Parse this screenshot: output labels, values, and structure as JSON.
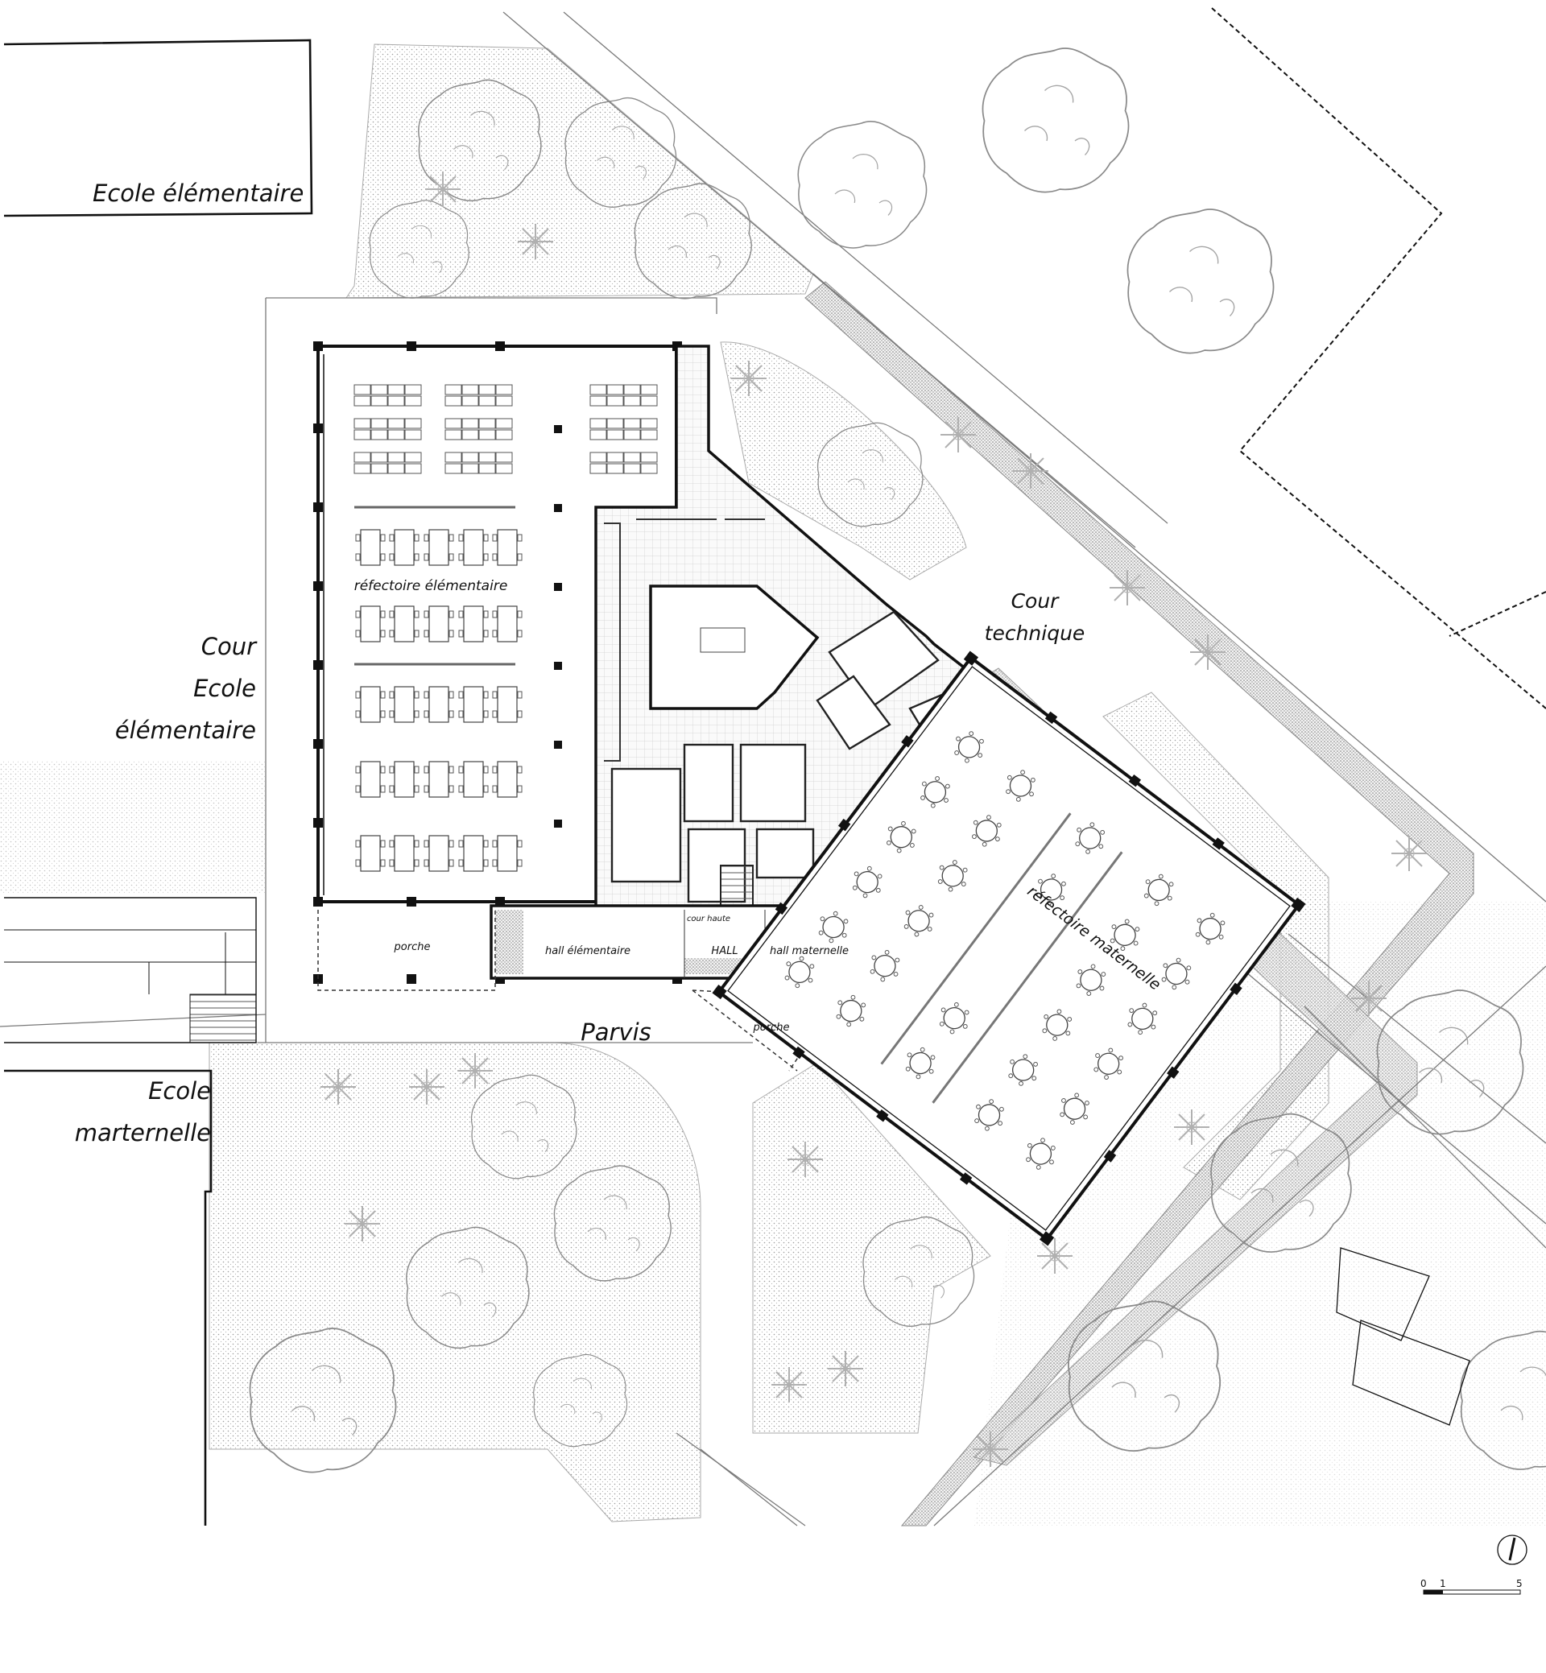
{
  "labels": {
    "ecole_elementaire": "Ecole élémentaire",
    "cour": "Cour",
    "cour_ecole": "Ecole",
    "cour_elementaire": "élémentaire",
    "ecole_maternelle_1": "Ecole",
    "ecole_maternelle_2": "marternelle",
    "cour_technique_1": "Cour",
    "cour_technique_2": "technique",
    "refectoire_elementaire": "réfectoire élémentaire",
    "refectoire_maternelle": "réfectoire maternelle",
    "porche_left": "porche",
    "porche_right": "porche",
    "hall_elementaire": "hall élémentaire",
    "hall": "HALL",
    "hall_maternelle": "hall maternelle",
    "cour_haute": "cour haute",
    "parvis": "Parvis"
  },
  "scale_bar": {
    "zero": "0",
    "one": "1",
    "five": "5"
  },
  "colors": {
    "line": "#222222",
    "light": "#9a9a9a",
    "hatch": "#c8c8c8",
    "tile": "#d9d9d9"
  }
}
